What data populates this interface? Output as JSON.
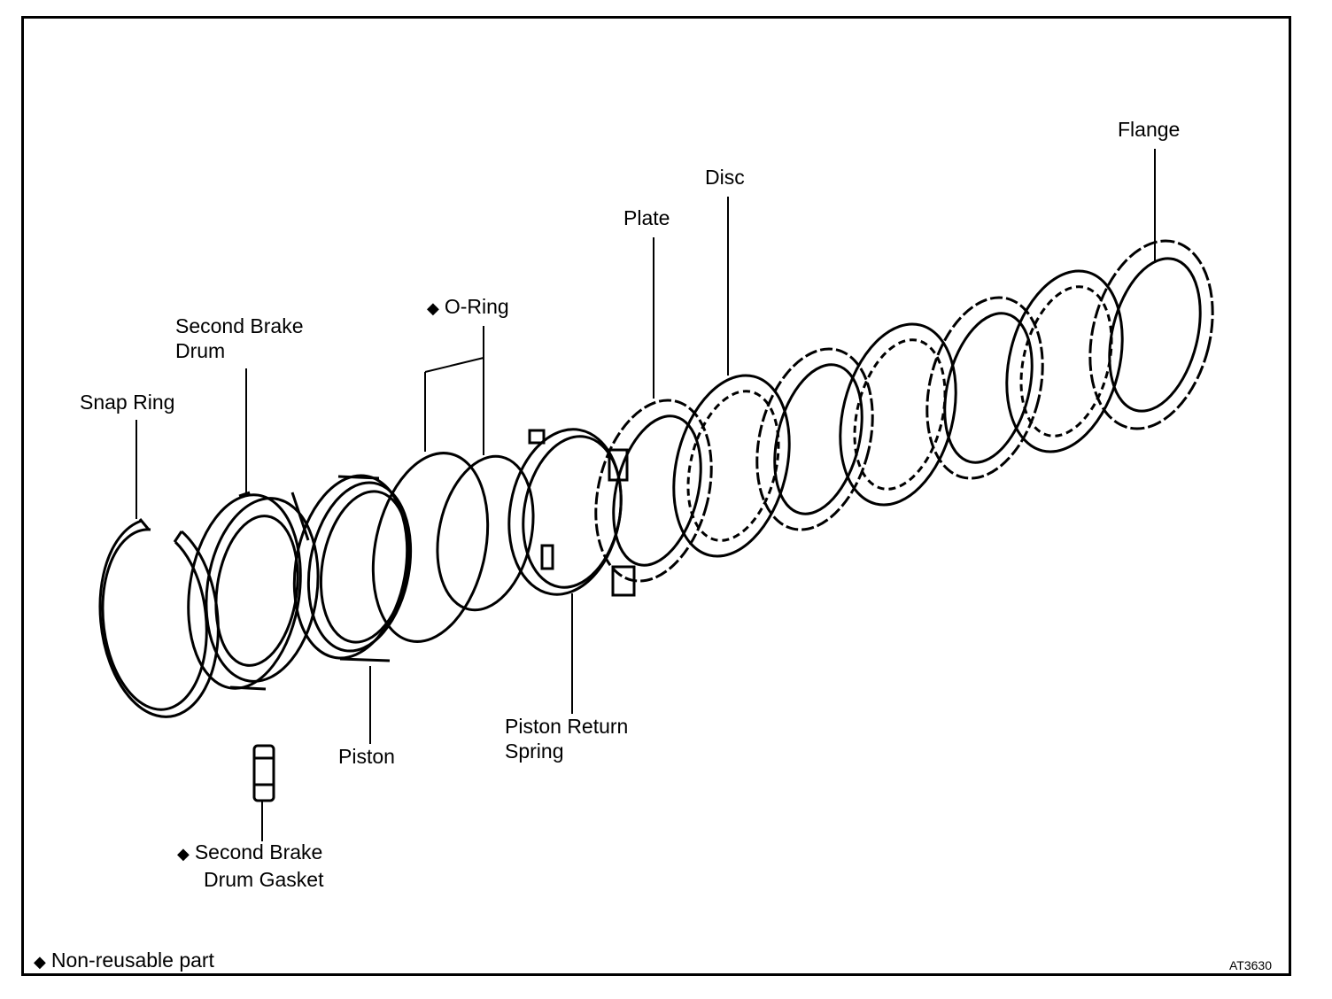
{
  "labels": {
    "flange": "Flange",
    "disc": "Disc",
    "plate": "Plate",
    "o_ring": "O-Ring",
    "second_brake_drum_1": "Second Brake",
    "second_brake_drum_2": "Drum",
    "snap_ring": "Snap Ring",
    "piston": "Piston",
    "piston_return_spring_1": "Piston Return",
    "piston_return_spring_2": "Spring",
    "gasket_1": "Second Brake",
    "gasket_2": "Drum Gasket"
  },
  "legend": {
    "symbol": "◆",
    "text": "Non-reusable part"
  },
  "figure_code": "AT3630",
  "colors": {
    "ink": "#000000",
    "paper": "#ffffff"
  }
}
